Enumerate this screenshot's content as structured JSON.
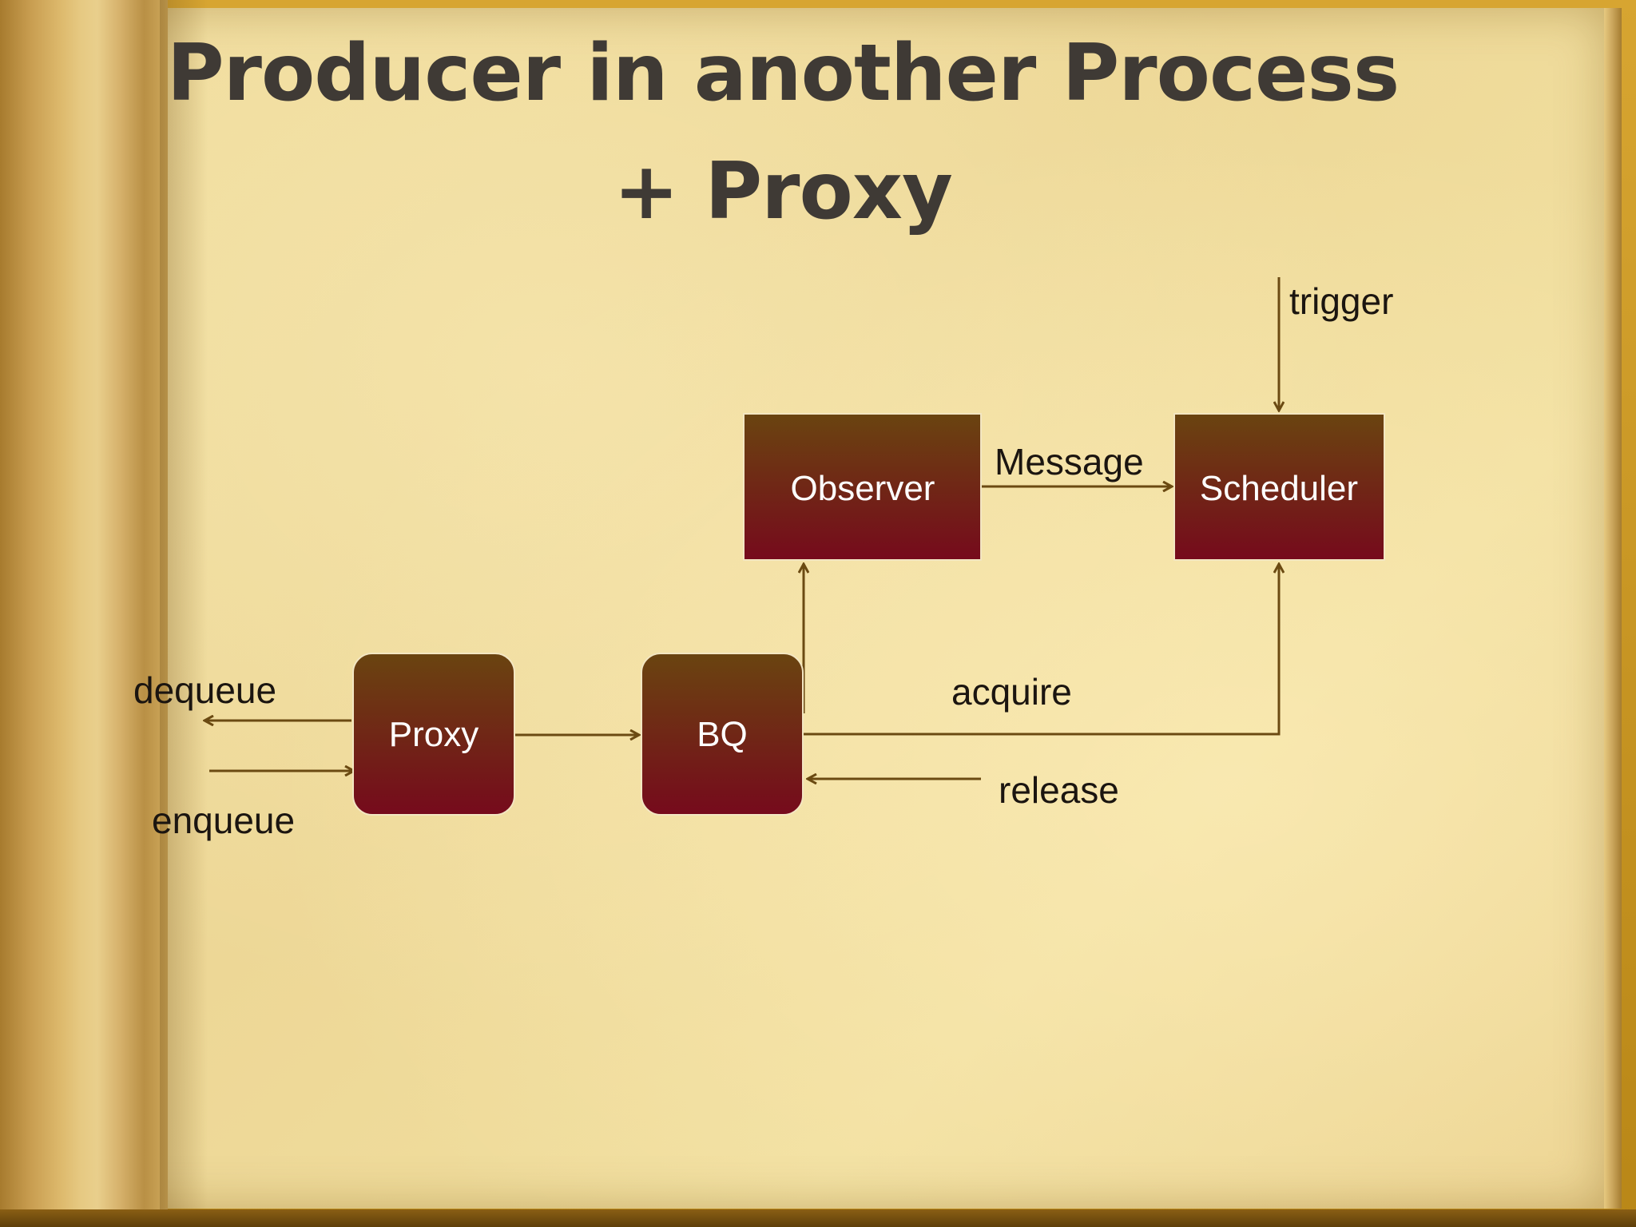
{
  "title": {
    "line1": "Producer in another Process",
    "line2": "+ Proxy"
  },
  "nodes": {
    "observer": "Observer",
    "scheduler": "Scheduler",
    "proxy": "Proxy",
    "bq": "BQ"
  },
  "edges": {
    "trigger": "trigger",
    "message": "Message",
    "dequeue": "dequeue",
    "enqueue": "enqueue",
    "acquire": "acquire",
    "release": "release"
  },
  "colors": {
    "node_top": "#6a4410",
    "node_bottom": "#760a1c",
    "edge": "#6b4a12",
    "title": "#3f3a35"
  }
}
